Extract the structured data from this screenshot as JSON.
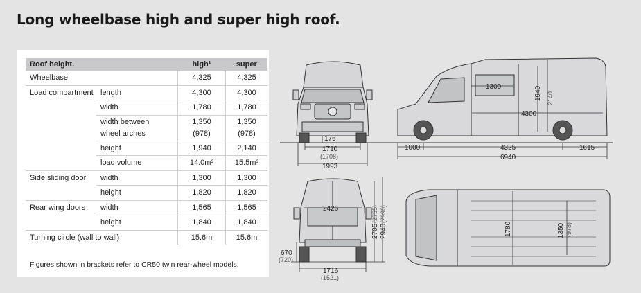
{
  "title": "Long wheelbase high and super high roof.",
  "table": {
    "header": {
      "label": "Roof height.",
      "high": "high¹",
      "super": "super"
    },
    "rows": [
      {
        "group": "Wheelbase",
        "item": "",
        "high": "4,325",
        "super": "4,325"
      },
      {
        "group": "Load compartment",
        "item": "length",
        "high": "4,300",
        "super": "4,300"
      },
      {
        "group": "",
        "item": "width",
        "high": "1,780",
        "super": "1,780"
      },
      {
        "group": "",
        "item": "width between\nwheel arches",
        "high": "1,350\n(978)",
        "super": "1,350\n(978)"
      },
      {
        "group": "",
        "item": "height",
        "high": "1,940",
        "super": "2,140"
      },
      {
        "group": "",
        "item": "load volume",
        "high": "14.0m³",
        "super": "15.5m³"
      },
      {
        "group": "Side sliding door",
        "item": "width",
        "high": "1,300",
        "super": "1,300"
      },
      {
        "group": "",
        "item": "height",
        "high": "1,820",
        "super": "1,820"
      },
      {
        "group": "Rear wing doors",
        "item": "width",
        "high": "1,565",
        "super": "1,565"
      },
      {
        "group": "",
        "item": "height",
        "high": "1,840",
        "super": "1,840"
      },
      {
        "group": "Turning circle (wall to wall)",
        "item": "",
        "high": "15.6m",
        "super": "15.6m"
      }
    ],
    "note": "Figures shown in brackets refer to CR50 twin rear-wheel models."
  },
  "dims": {
    "front_ground_clearance": "176",
    "front_track": "1710",
    "front_track_twin": "(1708)",
    "front_width": "1993",
    "side_door_width": "1300",
    "side_height_high": "1940",
    "side_height_super": "2140",
    "side_load_length": "4300",
    "front_overhang": "1000",
    "wheelbase": "4325",
    "rear_overhang": "1615",
    "overall_length": "6940",
    "rear_door_width": "2426",
    "rear_height_high": "2705",
    "rear_height_high_twin": "(2755)",
    "rear_height_super": "2940",
    "rear_height_super_twin": "(2990)",
    "rear_step_height": "670",
    "rear_step_height_twin": "(720)",
    "rear_track": "1716",
    "rear_track_twin": "(1521)",
    "plan_load_width": "1780",
    "plan_arch_width": "1350",
    "plan_arch_width_twin": "(978)"
  }
}
